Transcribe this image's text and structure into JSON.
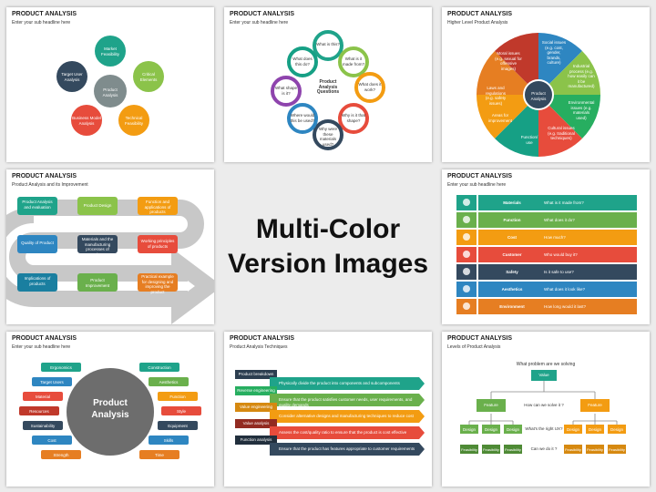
{
  "center": {
    "line1": "Multi-Color",
    "line2": "Version Images"
  },
  "colors": {
    "green": "#6ab04c",
    "teal": "#1fa38a",
    "orange": "#f39c12",
    "red": "#e74c3c",
    "blue": "#2e86c1",
    "navy": "#34495e",
    "purple": "#8e44ad",
    "grey": "#95a5a6"
  },
  "slides": [
    {
      "title": "PRODUCT ANALYSIS",
      "subtitle": "Enter your sub headline here",
      "center": "Product Analysis",
      "items": [
        "Market Feasibility",
        "Critical Elements",
        "Technical Feasibility",
        "Business Model Analysis",
        "Target User Analysis"
      ]
    },
    {
      "title": "PRODUCT ANALYSIS",
      "subtitle": "Enter your sub headline here",
      "center": "Product Analysis Questions",
      "items": [
        "What is this?",
        "What is it made from?",
        "What does it work?",
        "Why is it that shape?",
        "Why were these materials used?",
        "Where would this be used?",
        "What shape is it?",
        "What does this do?"
      ]
    },
    {
      "title": "PRODUCT ANALYSIS",
      "subtitle": "Higher Level Product Analysis",
      "center": "Product Analysis",
      "items": [
        "Social issues (e.g. cost, gender, brands, culture)",
        "Industrial process (e.g. how easily can it be manufactured)",
        "Environmental issues (e.g. materials used)",
        "Cultural issues (e.g. traditional techniques)",
        "Function/ use",
        "Areas for improvement",
        "Laws and regulations (e.g. safety issues)",
        "Moral issues (e.g. sexual for offensive images)"
      ]
    },
    {
      "title": "PRODUCT ANALYSIS",
      "subtitle": "Product Analysis and its Improvement",
      "items": [
        "Product Analysis and evaluation",
        "Product Design",
        "Function and applications of products",
        "Quality of Product",
        "Materials and the manufacturing processes of products",
        "Working principles of products",
        "Implications of products",
        "Product Improvement",
        "Practical example for designing and improving the product"
      ]
    },
    {
      "title": "PRODUCT ANALYSIS",
      "subtitle": "Enter your sub headline here",
      "items": [
        {
          "label": "Materials",
          "text": "What is it made from?"
        },
        {
          "label": "Function",
          "text": "What does it do?"
        },
        {
          "label": "Cost",
          "text": "How much?"
        },
        {
          "label": "Customer",
          "text": "Who would buy it?"
        },
        {
          "label": "Safety",
          "text": "Is it safe to use?"
        },
        {
          "label": "Aesthetics",
          "text": "What does it look like?"
        },
        {
          "label": "Environment",
          "text": "How long would it last?"
        }
      ]
    },
    {
      "title": "PRODUCT ANALYSIS",
      "subtitle": "Enter your sub headline here",
      "center": "Product Analysis",
      "left": [
        "Ergonomics",
        "Target Users",
        "Material",
        "Resources",
        "Sustainability",
        "Cost",
        "Strength"
      ],
      "right": [
        "Construction",
        "Aesthetics",
        "Function",
        "Style",
        "Equipment",
        "Skills",
        "Time"
      ]
    },
    {
      "title": "PRODUCT ANALYSIS",
      "subtitle": "Product Analysis Techniques",
      "items": [
        {
          "label": "Product breakdown",
          "text": "Physically divide the product into components and subcomponents"
        },
        {
          "label": "Reverse engineering",
          "text": "Ensure that the product satisfies customer needs, user requirements, and quality demands"
        },
        {
          "label": "Value engineering",
          "text": "Consider alternative designs and manufacturing techniques to reduce cost"
        },
        {
          "label": "Value analysis",
          "text": "Assess the cost/quality ratio to ensure that the product is cost effective"
        },
        {
          "label": "Function analysis",
          "text": "Ensure that the product has features appropriate to customer requirements"
        }
      ]
    },
    {
      "title": "PRODUCT ANALYSIS",
      "subtitle": "Levels of Product Analysis",
      "top": "What problem are we solving",
      "value": "Value",
      "q1": "How can we solve it ?",
      "feature": "Feature",
      "design": "Design",
      "q2": "What's the right UX?",
      "q3": "Can we do it ?",
      "feasibility": "Feasibility"
    }
  ]
}
